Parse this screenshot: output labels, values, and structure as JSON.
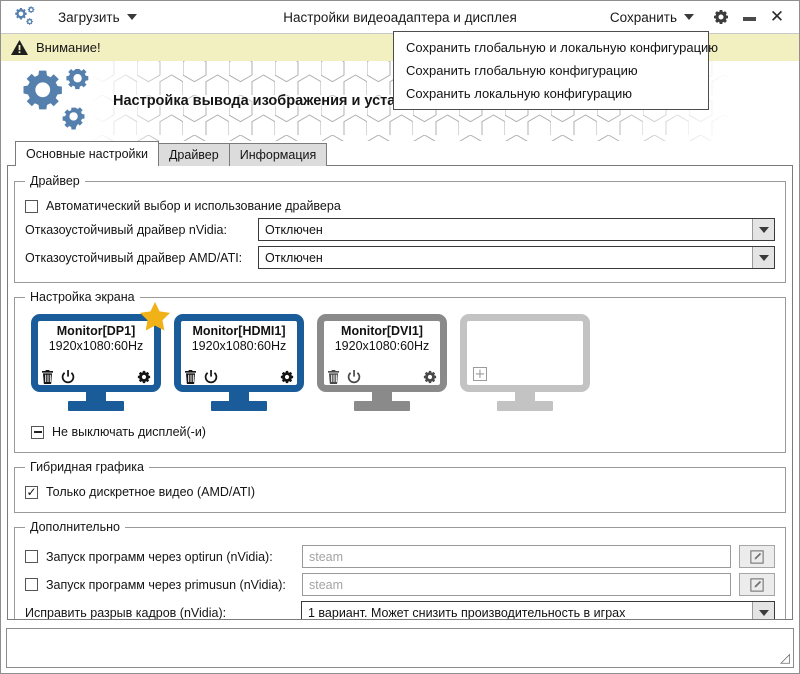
{
  "titlebar": {
    "app_icon": "gears-icon",
    "load_menu_label": "Загрузить",
    "title": "Настройки видеоадаптера и дисплея",
    "save_menu_label": "Сохранить",
    "settings_icon": "gear-icon",
    "minimize_icon": "minimize-icon",
    "close_icon": "close-icon"
  },
  "save_menu": {
    "items": [
      {
        "label": "Сохранить глобальную и локальную конфигурацию"
      },
      {
        "label": "Сохранить глобальную конфигурацию"
      },
      {
        "label": "Сохранить локальную конфигурацию"
      }
    ]
  },
  "warning": {
    "icon": "warning-triangle-icon",
    "text": "Внимание!",
    "background": "#f2efc0"
  },
  "banner": {
    "logo_icon": "gears-logo-icon",
    "title": "Настройка вывода изображения и установка драйвера видеокарты"
  },
  "tabs": [
    {
      "label": "Основные настройки",
      "active": true
    },
    {
      "label": "Драйвер",
      "active": false
    },
    {
      "label": "Информация",
      "active": false
    }
  ],
  "driver_group": {
    "legend": "Драйвер",
    "auto_checkbox": {
      "label": "Автоматический выбор и использование драйвера",
      "state": "unchecked"
    },
    "nvidia": {
      "label": "Отказоустойчивый драйвер nVidia:",
      "value": "Отключен"
    },
    "amd": {
      "label": "Отказоустойчивый драйвер AMD/ATI:",
      "value": "Отключен"
    }
  },
  "screen_group": {
    "legend": "Настройка экрана",
    "monitors": [
      {
        "name": "Monitor[DP1]",
        "resolution": "1920x1080:60Hz",
        "state": "active",
        "primary": true,
        "accent": "#1a5c99",
        "star_color": "#f0b216",
        "icons": [
          "trash-icon",
          "power-icon",
          "gear-icon"
        ]
      },
      {
        "name": "Monitor[HDMI1]",
        "resolution": "1920x1080:60Hz",
        "state": "active",
        "primary": false,
        "accent": "#1a5c99",
        "icons": [
          "trash-icon",
          "power-icon",
          "gear-icon"
        ]
      },
      {
        "name": "Monitor[DVI1]",
        "resolution": "1920x1080:60Hz",
        "state": "disabled",
        "primary": false,
        "accent": "#8a8a8a",
        "icons": [
          "trash-icon",
          "power-icon",
          "gear-icon"
        ]
      },
      {
        "name": "",
        "resolution": "",
        "state": "empty",
        "primary": false,
        "accent": "#c3c3c3",
        "icons": [
          "plus-icon"
        ]
      }
    ],
    "keep_display_on": {
      "label": "Не выключать дисплей(-и)",
      "state": "partial"
    }
  },
  "hybrid_group": {
    "legend": "Гибридная графика",
    "discrete_only": {
      "label": "Только дискретное видео (AMD/ATI)",
      "state": "checked"
    }
  },
  "extra_group": {
    "legend": "Дополнительно",
    "optirun": {
      "label": "Запуск программ через optirun (nVidia):",
      "state": "unchecked",
      "placeholder": "steam",
      "value": "",
      "edit_icon": "edit-pencil-icon"
    },
    "primusrun": {
      "label": "Запуск программ через primusun (nVidia):",
      "state": "unchecked",
      "placeholder": "steam",
      "value": "",
      "edit_icon": "edit-pencil-icon"
    },
    "tearfix": {
      "label": "Исправить разрыв кадров (nVidia):",
      "value": "1 вариант. Может снизить производительность в играх"
    }
  },
  "statusbar": {
    "text": "",
    "resize_grip_icon": "resize-grip-icon"
  }
}
